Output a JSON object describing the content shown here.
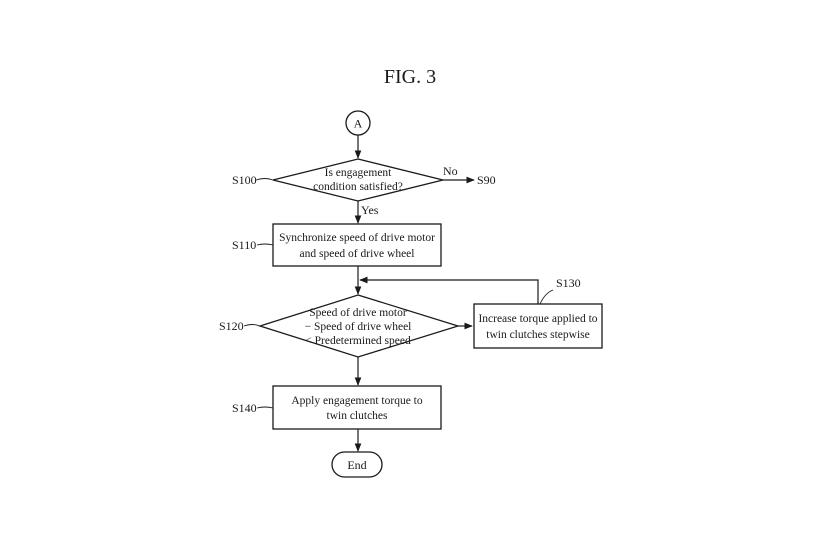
{
  "figure_title": "FIG. 3",
  "connector_start": "A",
  "decision_engagement": {
    "step": "S100",
    "line1": "Is engagement",
    "line2": "condition satisfied?",
    "yes_label": "Yes",
    "no_label": "No",
    "no_target": "S90"
  },
  "process_synchronize": {
    "step": "S110",
    "line1": "Synchronize speed of drive motor",
    "line2": "and speed of drive wheel"
  },
  "decision_speed": {
    "step": "S120",
    "line1": "Speed of drive motor",
    "line2": "− Speed of drive wheel",
    "line3": "< Predetermined speed"
  },
  "process_increase_torque": {
    "step": "S130",
    "line1": "Increase torque applied to",
    "line2": "twin clutches stepwise"
  },
  "process_apply_torque": {
    "step": "S140",
    "line1": "Apply engagement torque to",
    "line2": "twin clutches"
  },
  "terminal_end": "End"
}
